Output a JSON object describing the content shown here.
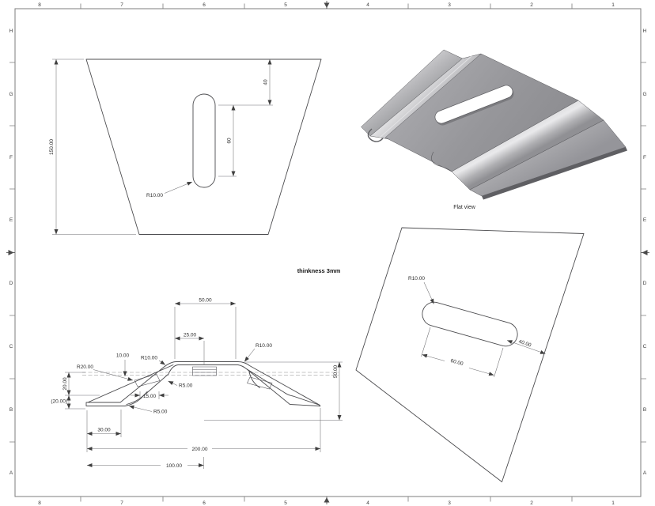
{
  "page": {
    "background": "#ffffff"
  },
  "frame": {
    "columns": [
      "8",
      "7",
      "6",
      "5",
      "4",
      "3",
      "2",
      "1"
    ],
    "rows": [
      "H",
      "G",
      "F",
      "E",
      "D",
      "C",
      "B",
      "A"
    ],
    "line_color": "#7d7d7d",
    "label_color": "#3c3c3c"
  },
  "annotations": {
    "thickness_note": "thinkness 3mm",
    "iso_caption": "Flat view"
  },
  "views": {
    "flat_front": {
      "dims": {
        "height": "150.00",
        "slot_top_offset": "40",
        "slot_length": "60",
        "slot_radius": "R10.00"
      }
    },
    "profile": {
      "dims": {
        "top_flat": "50.00",
        "slot_center": "25.00",
        "bend_right": "R10.00",
        "step": "10.00",
        "bend_left": "R10.00",
        "outer_bend": "R20.00",
        "wing_drop": "20.00",
        "wing_drop_ref": "(20.00)",
        "flange_len": "15.00",
        "relief_top": "R5.00",
        "relief_bottom": "R5.00",
        "foot_len": "30.00",
        "overall": "200.00",
        "half_span": "100.00",
        "height": "50.00"
      }
    },
    "flat_iso": {
      "dims": {
        "slot_radius": "R10.00",
        "slot_length": "60.00",
        "edge_offset": "40.00"
      }
    }
  },
  "part_colors": {
    "base": "#97979b",
    "light": "#cdcdd0",
    "highlight": "#e9e9eb",
    "dark": "#6f6f73",
    "edge": "#55555a"
  },
  "line_colors": {
    "geometry": "#4c4c4f",
    "dimension": "#6f6f72",
    "text": "#2c2c2c"
  }
}
